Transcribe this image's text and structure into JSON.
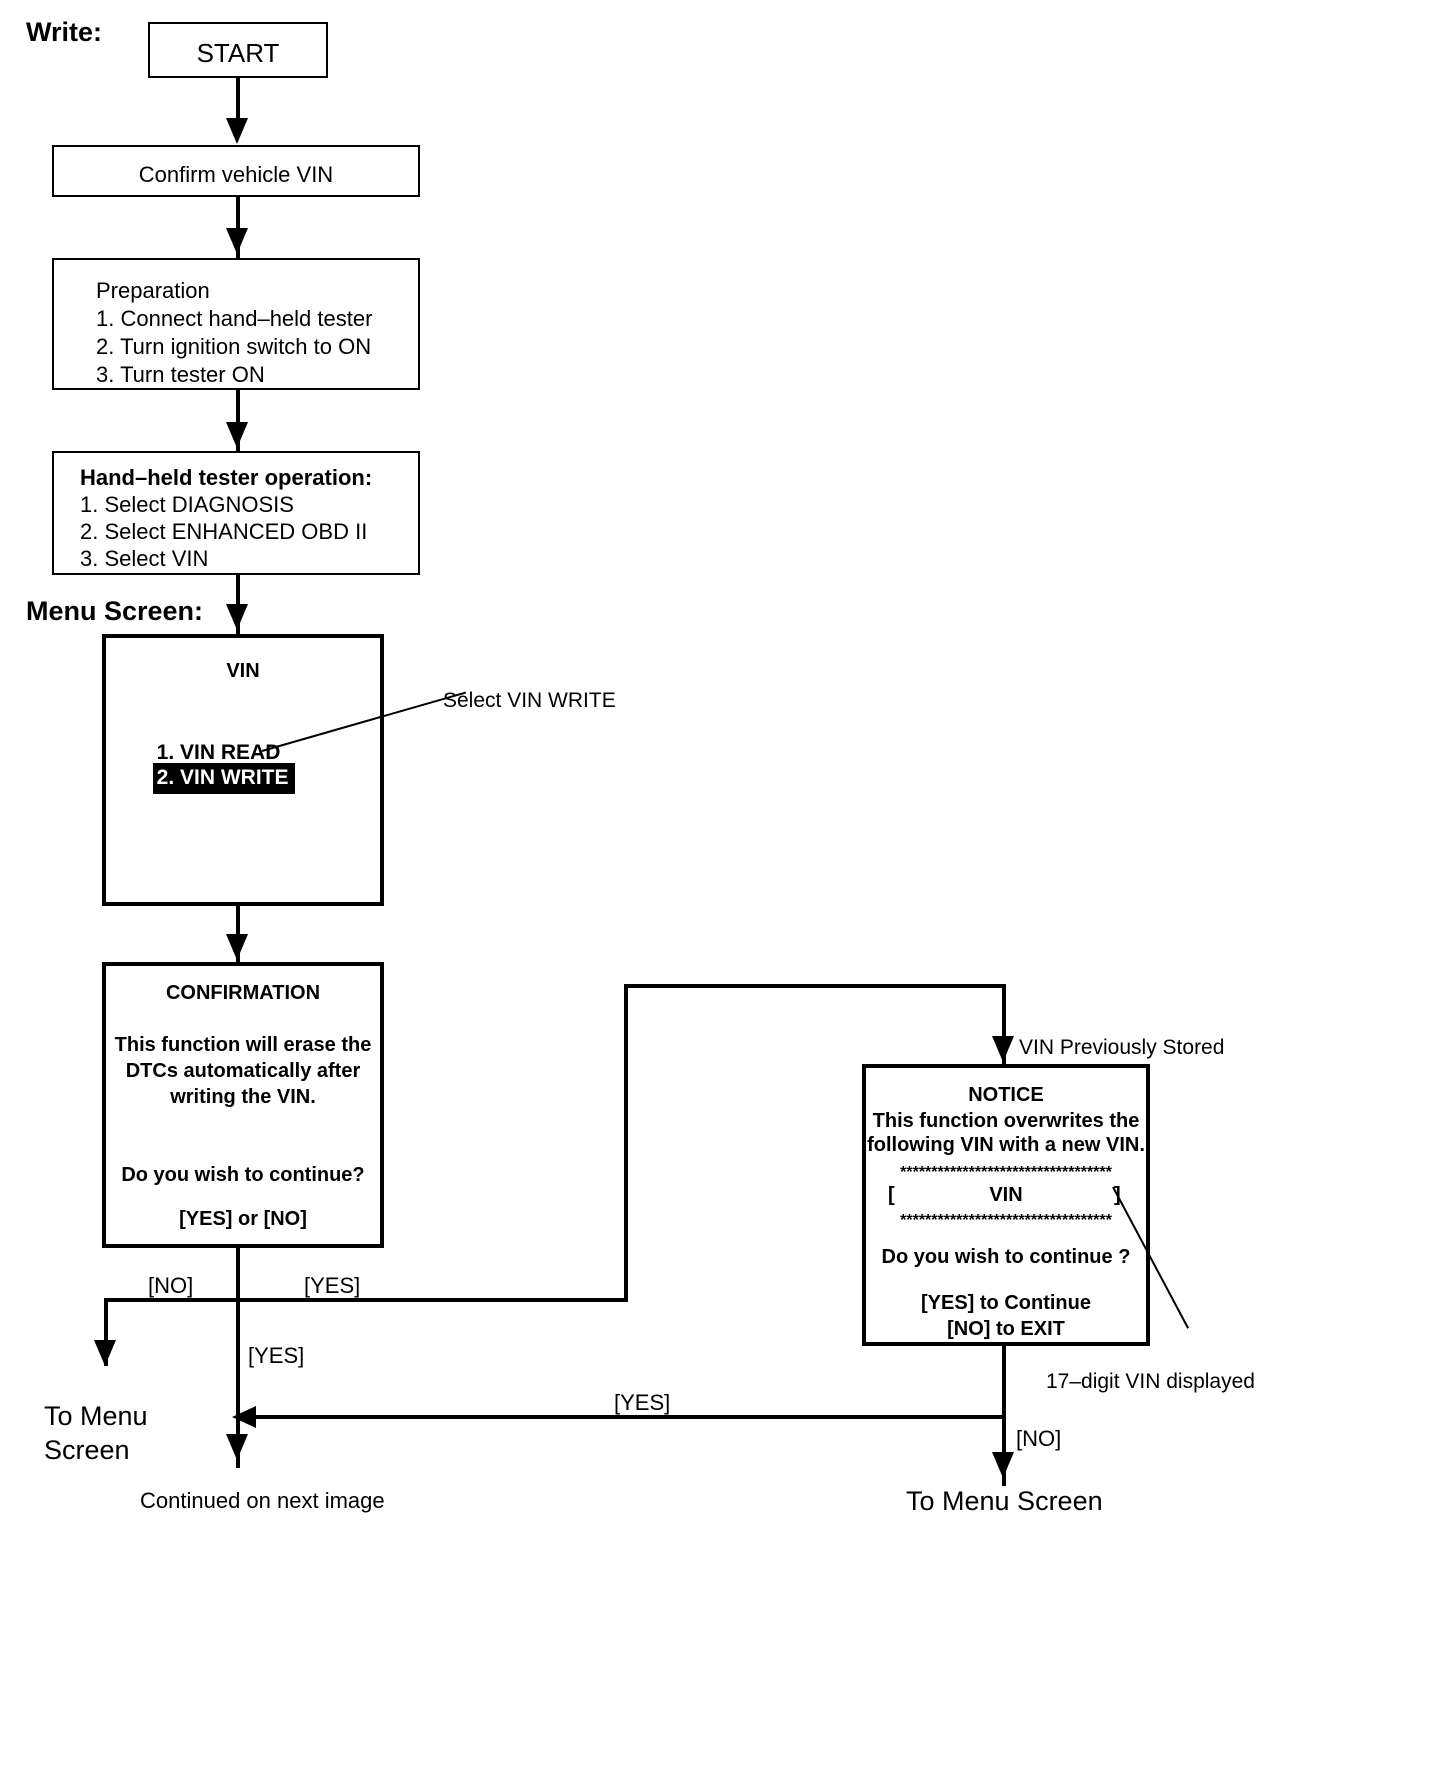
{
  "diagram": {
    "section_label": "Write:",
    "menu_screen_label": "Menu Screen:"
  },
  "nodes": {
    "start": {
      "label": "START"
    },
    "confirm_vin": {
      "label": "Confirm vehicle VIN"
    },
    "preparation": {
      "heading": "Preparation",
      "steps": [
        "1. Connect hand–held tester",
        "2. Turn ignition switch to ON",
        "3. Turn tester ON"
      ]
    },
    "tester_operation": {
      "heading": "Hand–held tester operation:",
      "steps": [
        "1. Select DIAGNOSIS",
        "2. Select ENHANCED OBD II",
        "3. Select VIN"
      ]
    },
    "vin_menu": {
      "title": "VIN",
      "items": [
        {
          "label": "1. VIN READ",
          "selected": false
        },
        {
          "label": "2. VIN WRITE",
          "selected": true
        }
      ]
    },
    "confirmation": {
      "title": "CONFIRMATION",
      "body_lines": [
        "This function will erase the",
        "DTCs automatically after",
        "writing the VIN."
      ],
      "question": "Do you wish to continue?",
      "options": "[YES] or [NO]"
    },
    "notice": {
      "title": "NOTICE",
      "body_lines": [
        "This function overwrites the",
        "following VIN with a new VIN."
      ],
      "separator": "**********************************",
      "vin_open_bracket": "[",
      "vin_value": "VIN",
      "vin_close_bracket": "]",
      "question": "Do you wish to continue ?",
      "option_yes": "[YES] to Continue",
      "option_no": "[NO] to EXIT"
    }
  },
  "callouts": {
    "select_vin_write": "Select VIN WRITE",
    "vin_previously_stored": "VIN Previously Stored",
    "seventeen_digit_vin": "17–digit VIN displayed"
  },
  "edges": {
    "confirmation_no": "[NO]",
    "confirmation_yes_right": "[YES]",
    "confirmation_yes_down": "[YES]",
    "notice_yes": "[YES]",
    "notice_no": "[NO]"
  },
  "terminals": {
    "to_menu_screen_left_line1": "To Menu",
    "to_menu_screen_left_line2": "Screen",
    "continued": "Continued on next image",
    "to_menu_screen_right": "To Menu Screen"
  }
}
